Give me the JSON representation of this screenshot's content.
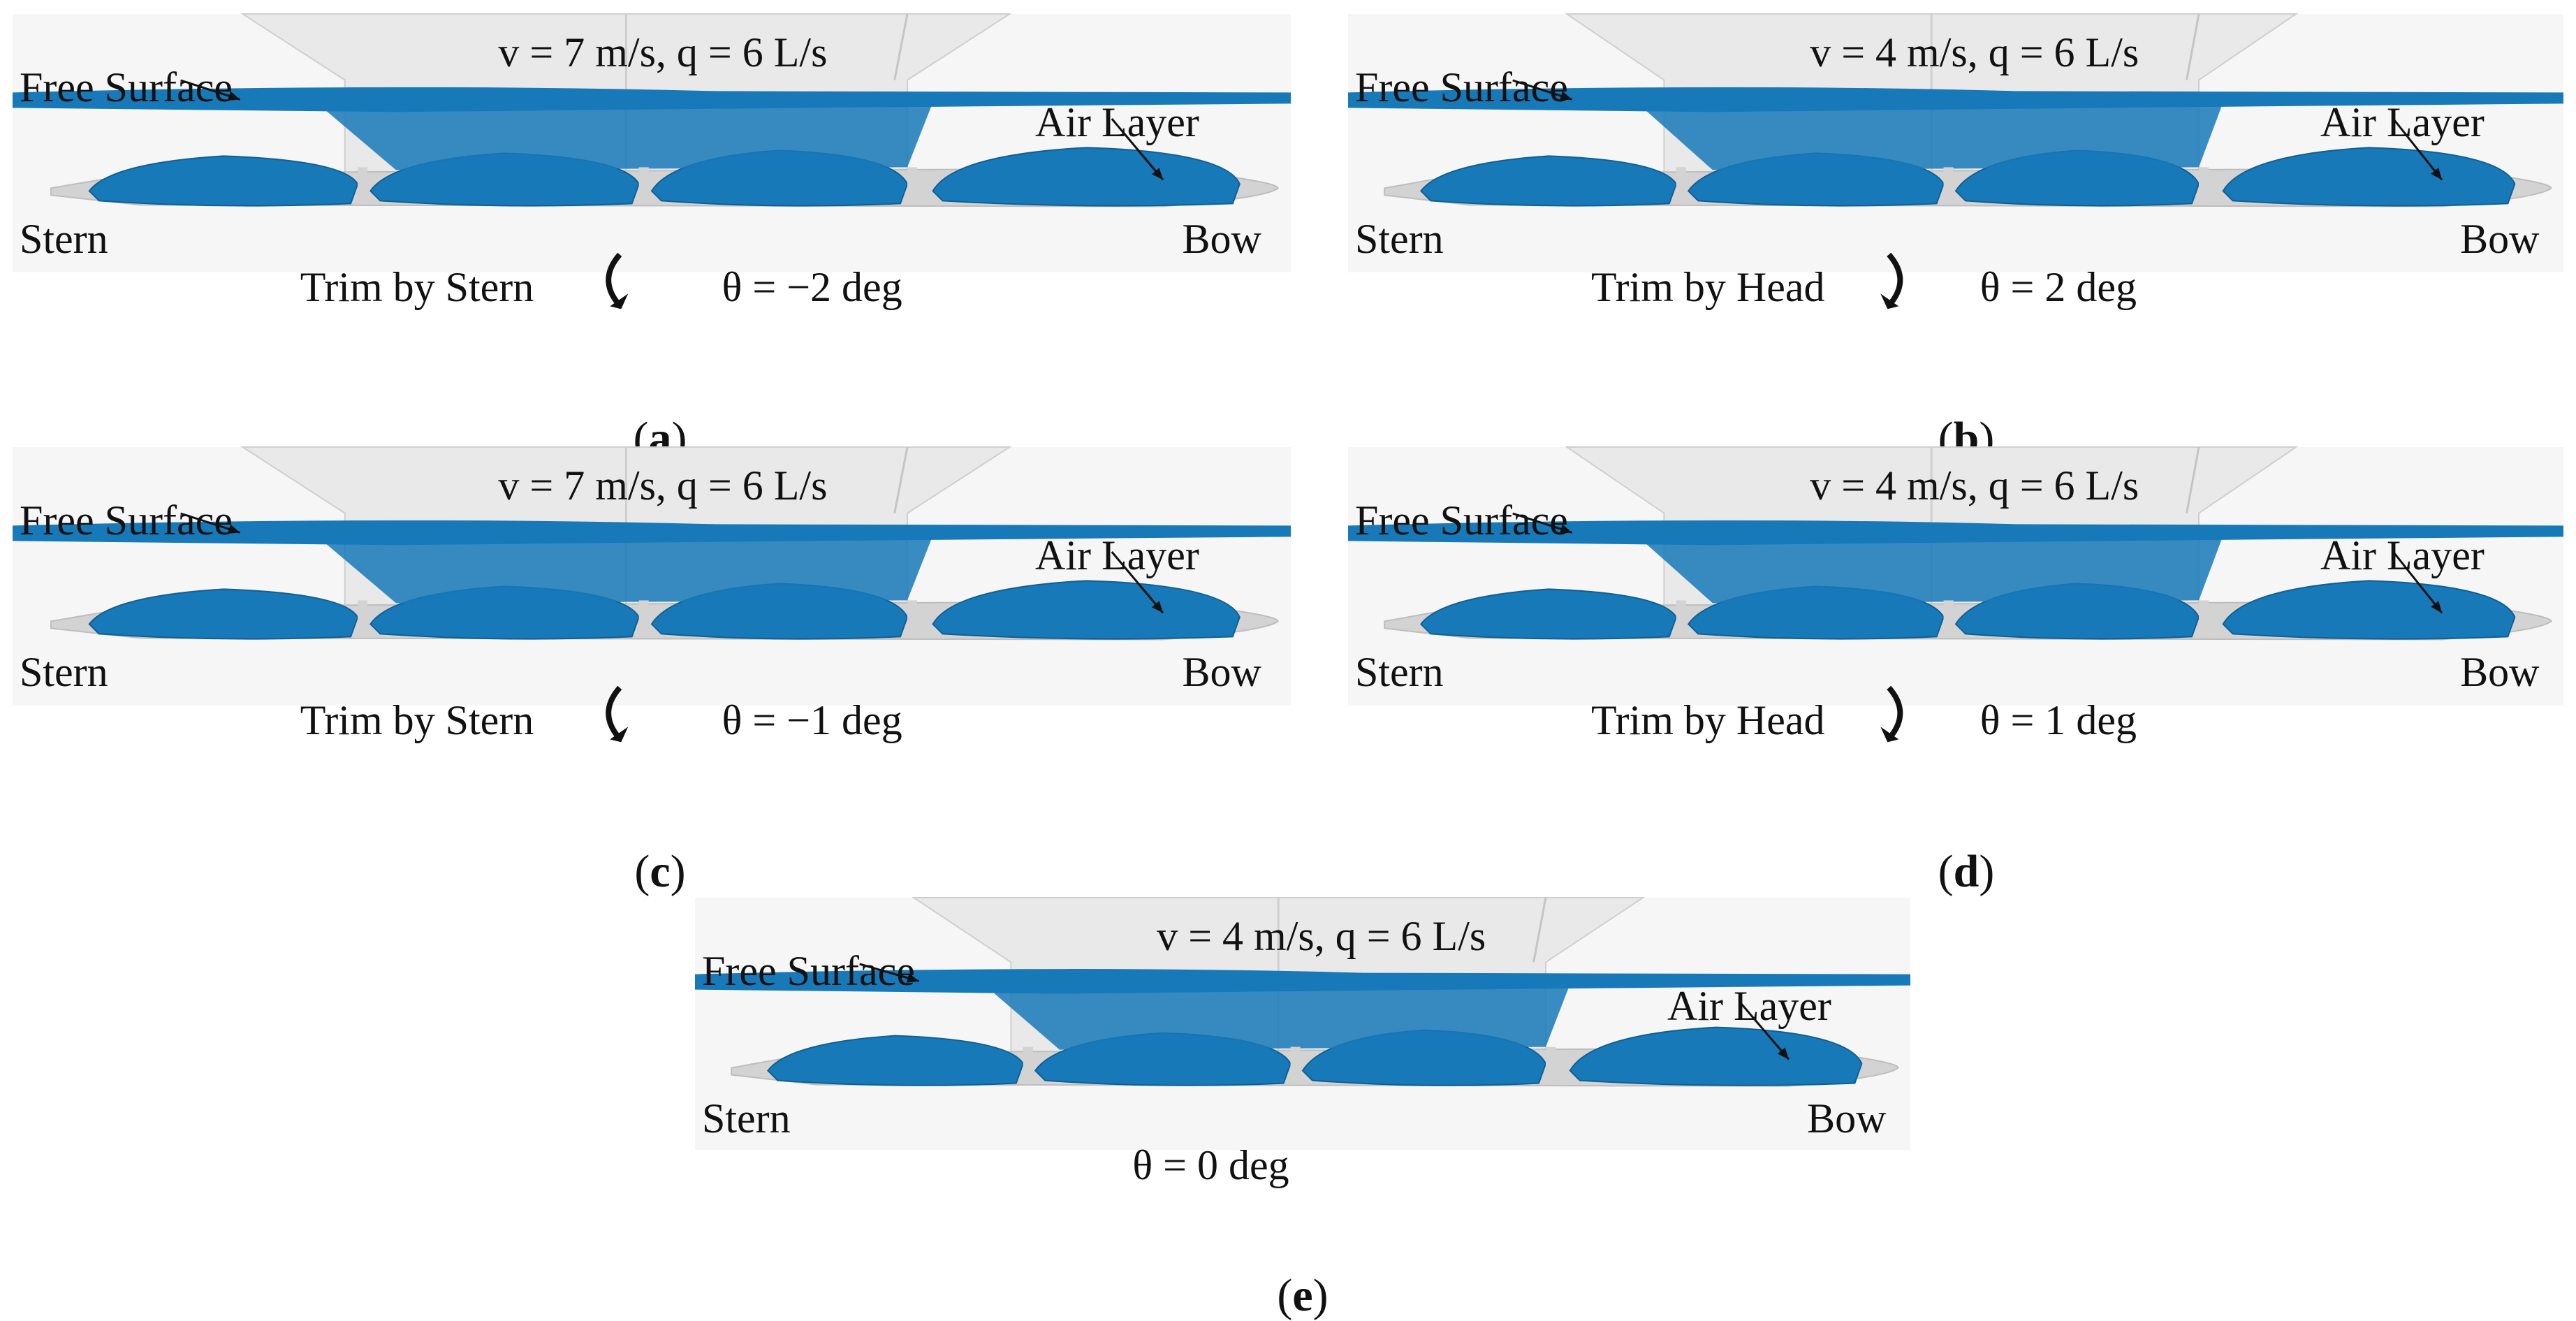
{
  "colors": {
    "air": "#1779b8",
    "air_dark": "#0f5f94",
    "hull": "#e9e9e9",
    "hull_shade": "#d3d3d3",
    "bg_panel": "#f6f6f6"
  },
  "panels": [
    {
      "id": "a",
      "condition": "v = 7 m/s, q = 6 L/s",
      "free_surface": "Free Surface",
      "air_layer": "Air Layer",
      "stern": "Stern",
      "bow": "Bow",
      "trim_label": "Trim by Stern",
      "trim_direction": "stern",
      "theta": "θ = −2 deg",
      "caption_letter": "a"
    },
    {
      "id": "b",
      "condition": "v = 4 m/s, q = 6 L/s",
      "free_surface": "Free Surface",
      "air_layer": "Air Layer",
      "stern": "Stern",
      "bow": "Bow",
      "trim_label": "Trim by Head",
      "trim_direction": "head",
      "theta": "θ = 2 deg",
      "caption_letter": "b"
    },
    {
      "id": "c",
      "condition": "v = 7 m/s, q = 6 L/s",
      "free_surface": "Free Surface",
      "air_layer": "Air Layer",
      "stern": "Stern",
      "bow": "Bow",
      "trim_label": "Trim by Stern",
      "trim_direction": "stern",
      "theta": "θ = −1 deg",
      "caption_letter": "c"
    },
    {
      "id": "d",
      "condition": "v = 4 m/s, q = 6 L/s",
      "free_surface": "Free Surface",
      "air_layer": "Air Layer",
      "stern": "Stern",
      "bow": "Bow",
      "trim_label": "Trim by Head",
      "trim_direction": "head",
      "theta": "θ = 1 deg",
      "caption_letter": "d"
    },
    {
      "id": "e",
      "condition": "v = 4 m/s, q = 6 L/s",
      "free_surface": "Free Surface",
      "air_layer": "Air Layer",
      "stern": "Stern",
      "bow": "Bow",
      "trim_label": "",
      "trim_direction": "none",
      "theta": "θ = 0 deg",
      "caption_letter": "e"
    }
  ]
}
